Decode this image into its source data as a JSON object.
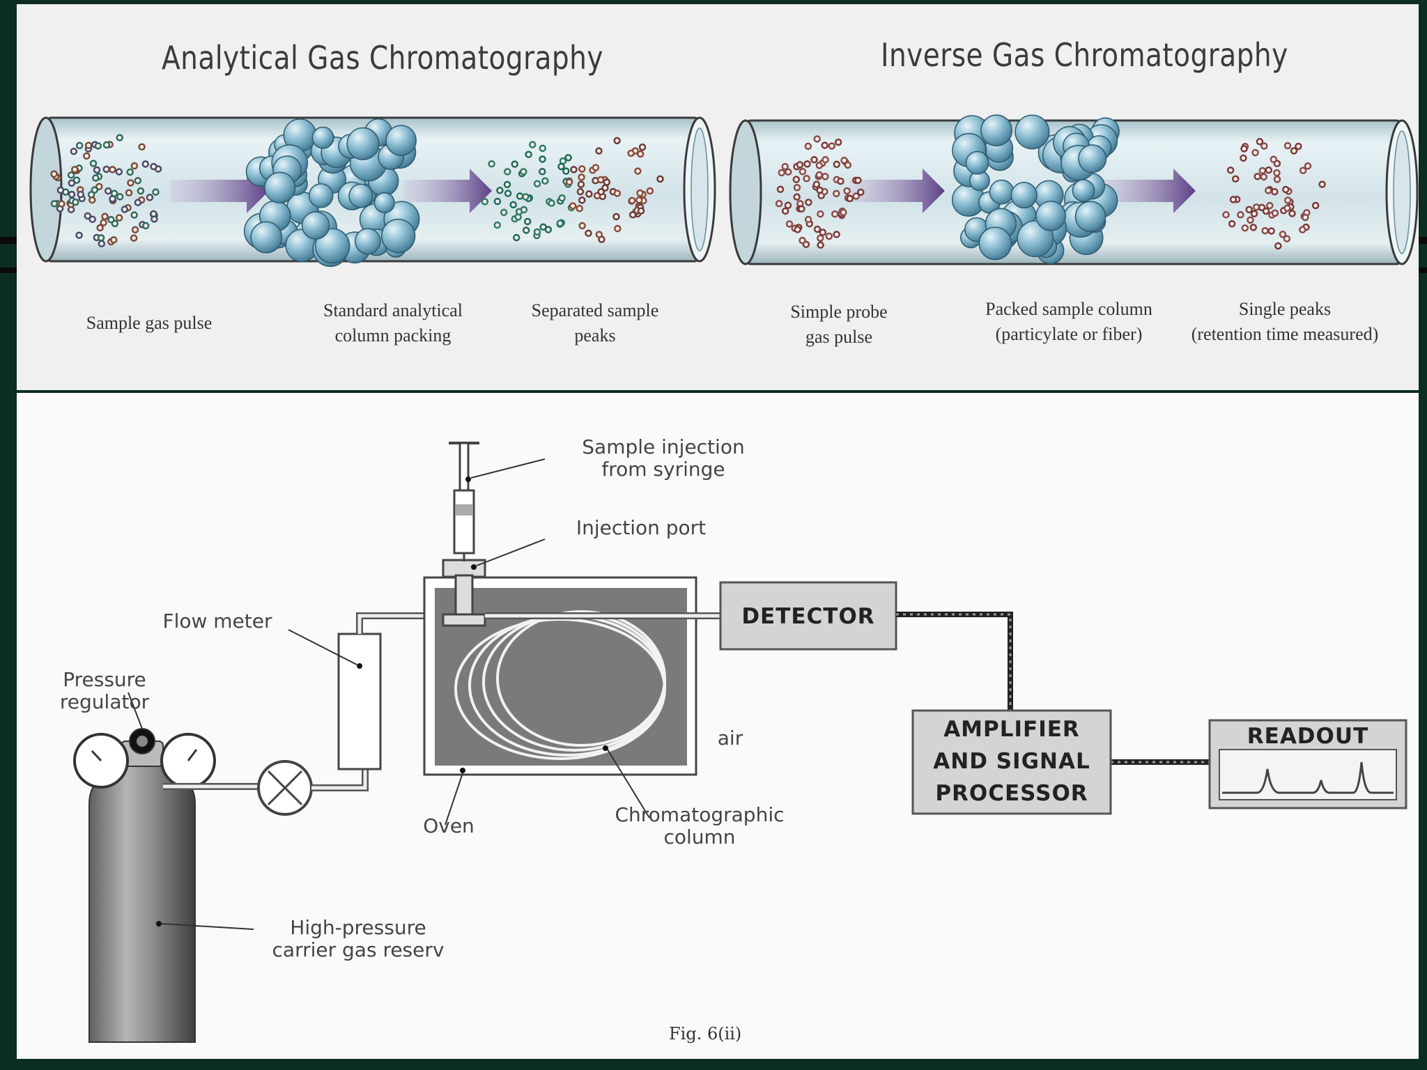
{
  "top": {
    "analytical": {
      "title": "Analytical Gas Chromatography",
      "captions": [
        {
          "line1": "Sample gas pulse",
          "line2": ""
        },
        {
          "line1": "Standard analytical",
          "line2": "column packing"
        },
        {
          "line1": "Separated sample",
          "line2": "peaks"
        }
      ]
    },
    "inverse": {
      "title": "Inverse Gas Chromatography",
      "captions": [
        {
          "line1": "Simple probe",
          "line2": "gas pulse"
        },
        {
          "line1": "Packed sample column",
          "line2": "(particylate or fiber)"
        },
        {
          "line1": "Single peaks",
          "line2": "(retention time measured)"
        }
      ]
    }
  },
  "bottom": {
    "labels": {
      "sample_injection_1": "Sample injection",
      "sample_injection_2": "from syringe",
      "injection_port": "Injection port",
      "flow_meter": "Flow meter",
      "pressure_regulator_1": "Pressure",
      "pressure_regulator_2": "regulator",
      "air": "air",
      "oven": "Oven",
      "column_1": "Chromatographic",
      "column_2": "column",
      "reservoir_1": "High-pressure",
      "reservoir_2": "carrier gas reserv"
    },
    "boxes": {
      "detector": "DETECTOR",
      "amplifier_1": "AMPLIFIER",
      "amplifier_2": "AND SIGNAL",
      "amplifier_3": "PROCESSOR",
      "readout": "READOUT"
    },
    "figure_caption": "Fig. 6(ii)"
  },
  "colors": {
    "frame": "#0b2d22",
    "tube": "#cfe0e6",
    "bead": "#7fb3c8",
    "arrow": "#6a4a8f",
    "oven": "#7a7a7a"
  }
}
